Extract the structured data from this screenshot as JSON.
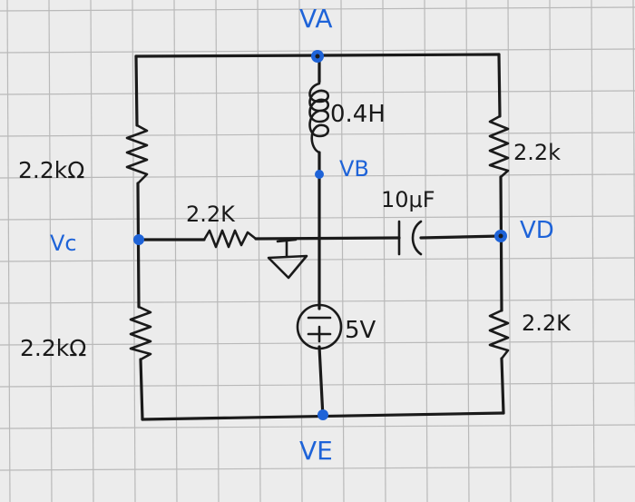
{
  "nodes": {
    "va": "VA",
    "vb": "VB",
    "vc": "Vc",
    "vd": "VD",
    "ve": "VE"
  },
  "components": {
    "inductor": "0.4H",
    "r_top_left": "2.2kΩ",
    "r_bottom_left": "2.2kΩ",
    "r_middle": "2.2K",
    "r_top_right": "2.2k",
    "r_bottom_right": "2.2K",
    "capacitor": "10μF",
    "source": "5V"
  },
  "colors": {
    "node_blue": "#1e63d8",
    "ink": "#1a1a1a",
    "paper": "#ececec",
    "grid": "#b9b9b9"
  },
  "icons": {
    "ground": "ground-icon",
    "source": "voltage-source-icon"
  }
}
